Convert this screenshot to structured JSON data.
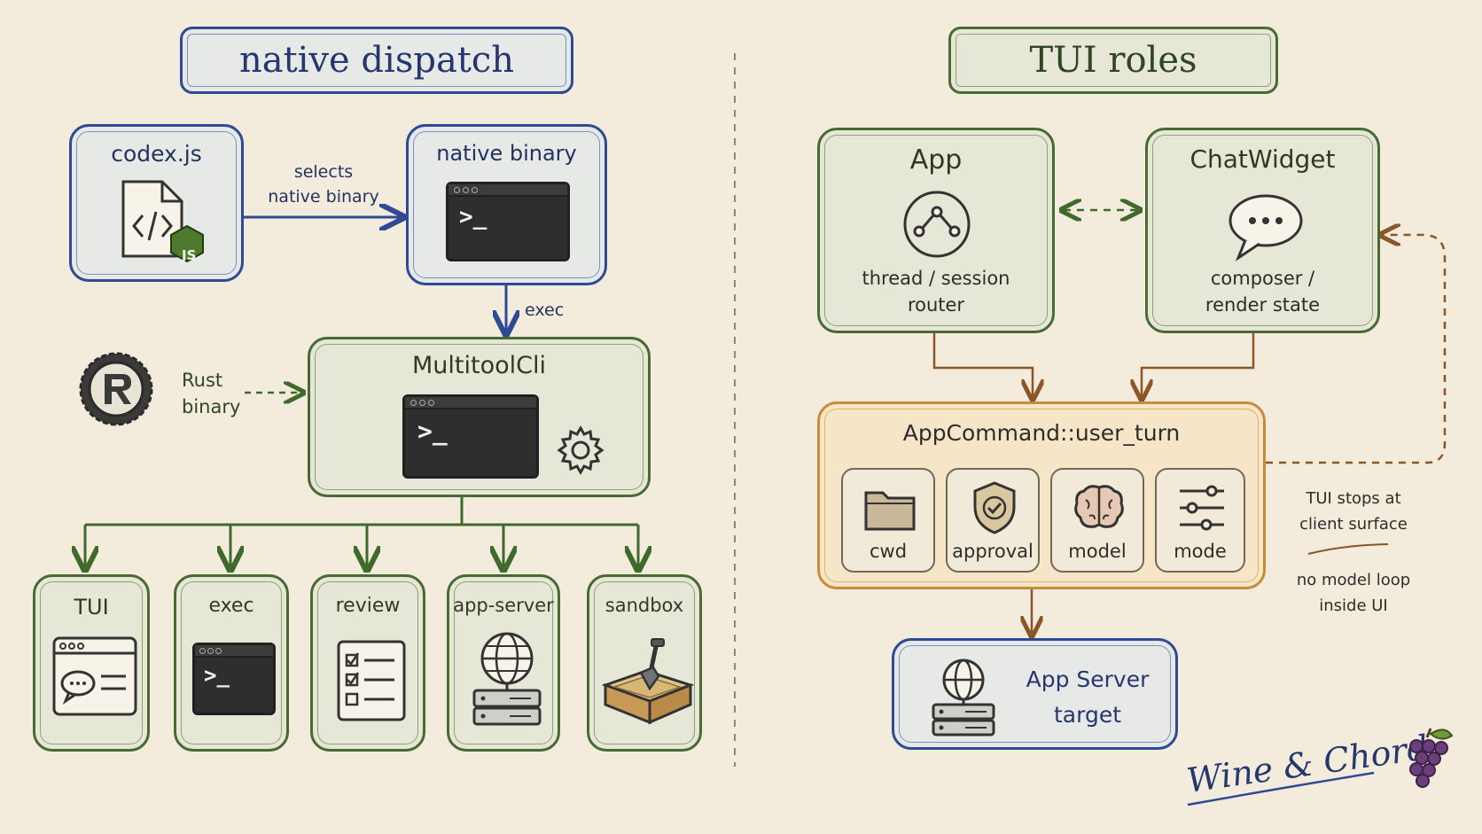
{
  "left": {
    "title": "native dispatch",
    "codexjs": {
      "label": "codex.js",
      "badge": "JS"
    },
    "edge_selects": [
      "selects",
      "native binary"
    ],
    "native_binary": {
      "label": "native binary"
    },
    "edge_exec": "exec",
    "rust": [
      "Rust",
      "binary"
    ],
    "multitool": {
      "label": "MultitoolCli"
    },
    "subcommands": [
      {
        "label": "TUI"
      },
      {
        "label": "exec"
      },
      {
        "label": "review"
      },
      {
        "label": "app-server"
      },
      {
        "label": "sandbox"
      }
    ]
  },
  "right": {
    "title": "TUI roles",
    "app": {
      "label": "App",
      "desc": [
        "thread / session",
        "router"
      ]
    },
    "chat": {
      "label": "ChatWidget",
      "desc": [
        "composer /",
        "render state"
      ]
    },
    "appcommand": {
      "label": "AppCommand::user_turn",
      "items": [
        "cwd",
        "approval",
        "model",
        "mode"
      ]
    },
    "note": [
      "TUI stops at",
      "client surface",
      "no model loop",
      "inside UI"
    ],
    "appserver": [
      "App Server",
      "target"
    ]
  },
  "brand": "Wine & Chord",
  "colors": {
    "blue": "#2e4a97",
    "green": "#4a6a34",
    "orange": "#c98a3b",
    "brown": "#8a5527"
  }
}
